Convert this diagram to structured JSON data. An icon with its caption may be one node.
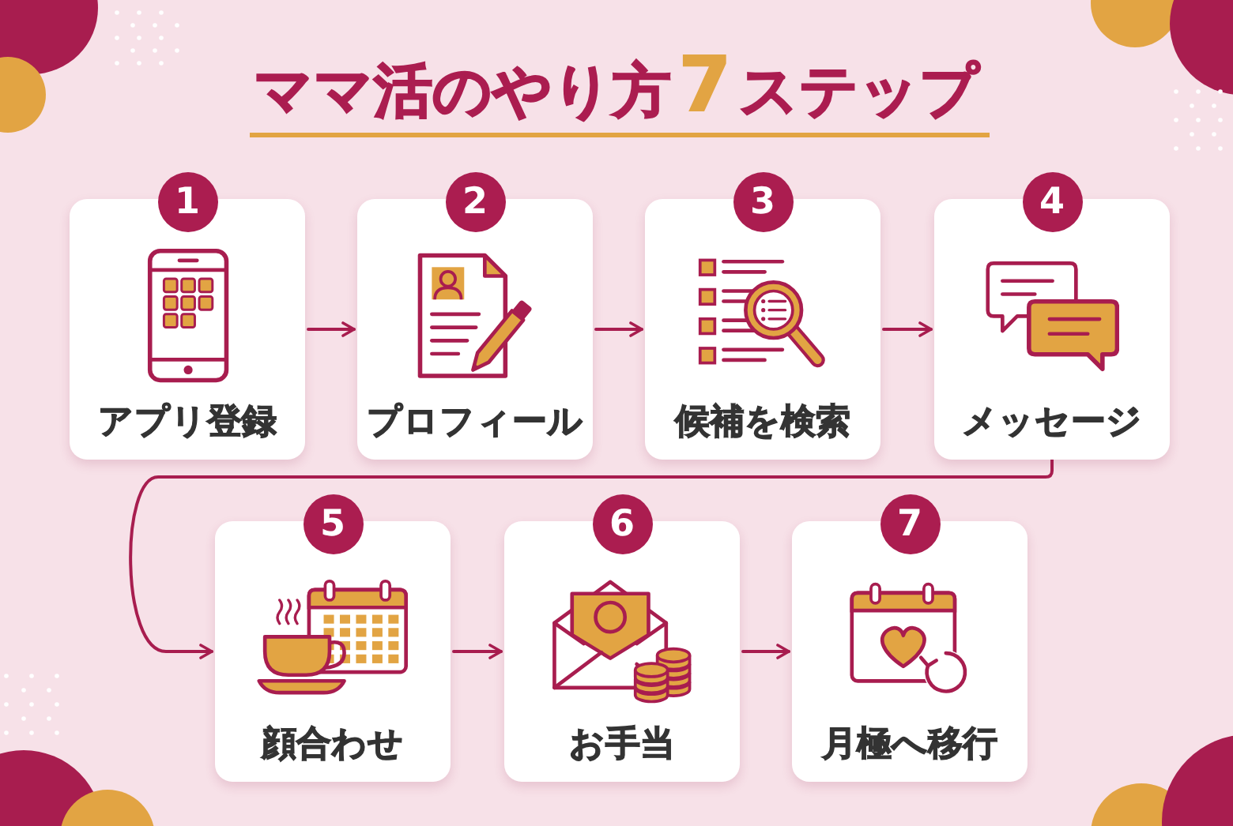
{
  "diagram": {
    "title": "ママ活のやり方**7**ステップ",
    "nodes": [
      {
        "text": [
          "1"
        ]
      },
      {
        "text": [
          "アプリ登録"
        ]
      },
      {
        "text": [
          "2"
        ]
      },
      {
        "text": [
          "プロフィール"
        ]
      },
      {
        "text": [
          "3"
        ]
      },
      {
        "text": [
          "候補を検索"
        ]
      },
      {
        "text": [
          "4"
        ]
      },
      {
        "text": [
          "メッセージ"
        ]
      },
      {
        "text": [
          "5"
        ]
      },
      {
        "text": [
          "顔合わせ"
        ]
      },
      {
        "text": [
          "6"
        ]
      },
      {
        "text": [
          "お手当"
        ]
      },
      {
        "text": [
          "7"
        ]
      },
      {
        "text": [
          "月極へ移行"
        ]
      }
    ],
    "edges": [
      {
        "from": 1,
        "to": 3,
        "arrow": "to"
      },
      {
        "from": 3,
        "to": 5,
        "arrow": "to"
      },
      {
        "from": 5,
        "to": 7,
        "arrow": "to"
      },
      {
        "from": 7,
        "to": 9,
        "arrow": "to"
      },
      {
        "from": 9,
        "to": 11,
        "arrow": "to"
      },
      {
        "from": 11,
        "to": 13,
        "arrow": "to"
      }
    ]
  }
}
